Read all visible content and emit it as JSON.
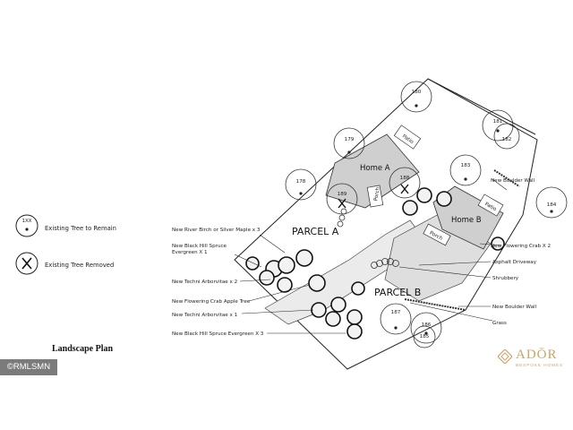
{
  "legend": {
    "remain_code": "1XX",
    "remain_label": "Existing Tree to Remain",
    "removed_label": "Existing Tree Removed"
  },
  "title": "Landscape Plan",
  "watermark": "©RMLSMN",
  "logo": {
    "word": "ADŌR",
    "sub": "BESPOKE HOMES",
    "color": "#c9a56a"
  },
  "parcels": {
    "a": "PARCEL A",
    "b": "PARCEL B"
  },
  "homes": {
    "a": "Home A",
    "b": "Home B"
  },
  "structures": {
    "patio_a": "Patio",
    "porch_a": "Porch",
    "patio_b": "Patio",
    "porch_b": "Porch"
  },
  "tree_numbers": [
    "180",
    "179",
    "178",
    "189",
    "188",
    "183",
    "181",
    "182",
    "184",
    "187",
    "186",
    "185"
  ],
  "callouts": {
    "river_birch": "New River Birch or Silver Maple x 3",
    "black_hill_1": "New Black Hill Spruce\nEvergreen X 1",
    "techni_2": "New Techni Arborvitae x 2",
    "crab_apple": "New Flowering Crab Apple Tree",
    "techni_1": "New Techni Arborvitae x 1",
    "black_hill_3": "New Black Hill Spruce Evergreen X 3",
    "boulder_top": "New Boulder Wall",
    "flowering_crab_2": "New Flowering Crab X 2",
    "asphalt": "Asphalt Driveway",
    "shrubbery": "Shrubbery",
    "boulder_bottom": "New Boulder Wall",
    "grass": "Grass"
  }
}
